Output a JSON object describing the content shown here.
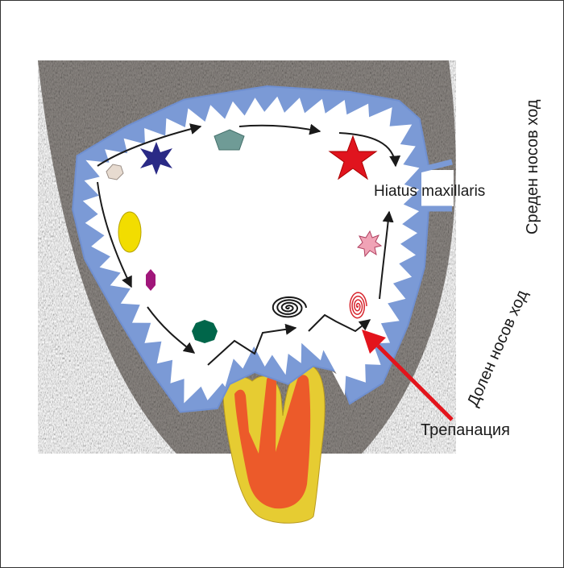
{
  "labels": {
    "hiatus": "Hiatus maxillaris",
    "middle_meatus": "Среден носов ход",
    "lower_meatus": "Долен носов ход",
    "trepanation": "Трепанация"
  },
  "colors": {
    "bone": "#8d8884",
    "mucosa": "#7b9ad6",
    "arrow": "#1a1a1a",
    "trepanation_arrow": "#e3141c",
    "tooth_outer": "#e6cc32",
    "tooth_inner": "#ec5a2a",
    "star_blue": "#2a2a86",
    "star_red": "#e0141e",
    "pentagon": "#6f9b96",
    "hexagon": "#e7dbd0",
    "oval": "#f2dd00",
    "gem": "#a0167a",
    "heptagon": "#00664a",
    "spiral_black": "#1a1a1a",
    "spiral_red": "#d8262e",
    "burst": "#f0a3b6"
  }
}
